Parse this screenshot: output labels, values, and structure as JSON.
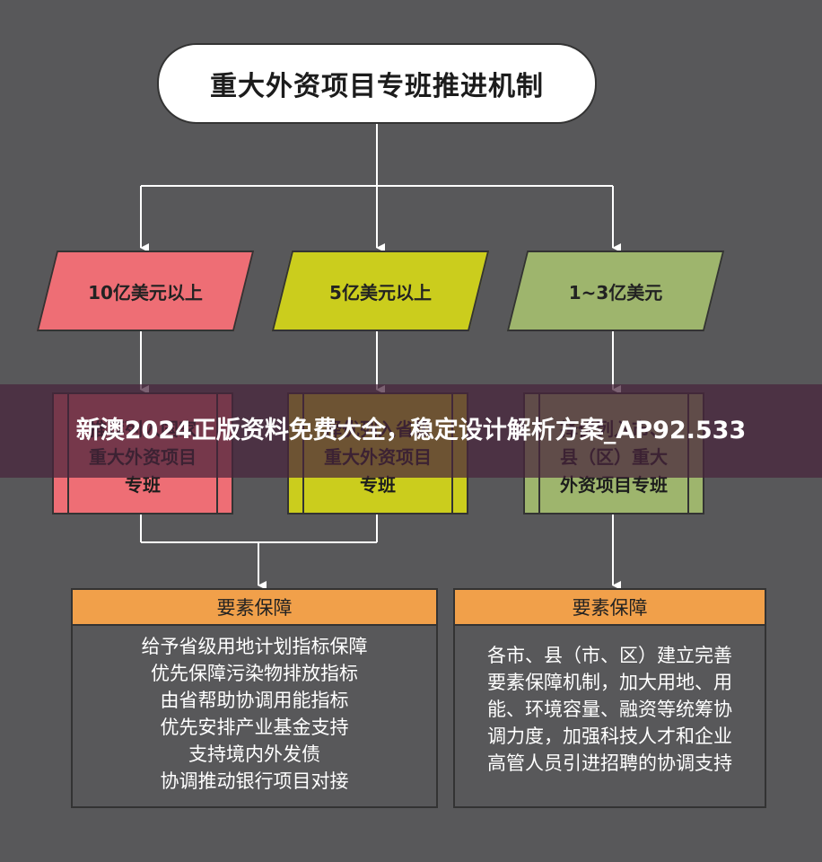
{
  "root": {
    "label": "重大外资项目专班推进机制"
  },
  "tiers": [
    {
      "label": "10亿美元以上",
      "color": "#ee6e75"
    },
    {
      "label": "5亿美元以上",
      "color": "#cbcd1d"
    },
    {
      "label": "1~3亿美元",
      "color": "#9eb56d"
    }
  ],
  "processes": [
    {
      "text": "推荐列入国家\n重大外资项目\n专班"
    },
    {
      "text": "择优列入省级\n重大外资项目\n专班"
    },
    {
      "text": "择优列入市、\n县（区）重大\n外资项目专班"
    }
  ],
  "panels": [
    {
      "title": "要素保障",
      "lines": [
        "给予省级用地计划指标保障",
        "优先保障污染物排放指标",
        "由省帮助协调用能指标",
        "优先安排产业基金支持",
        "支持境内外发债",
        "协调推动银行项目对接"
      ]
    },
    {
      "title": "要素保障",
      "lines": [
        "各市、县（市、区）建立完善",
        "要素保障机制，加大用地、用",
        "能、环境容量、融资等统筹协",
        "调力度，加强科技人才和企业",
        "高管人员引进招聘的协调支持"
      ]
    }
  ],
  "banner": {
    "text": "新澳2024正版资料免费大全，稳定设计解析方案_AP92.533"
  },
  "colors": {
    "background": "#58585a",
    "panel_header": "#f1a04a",
    "banner": "#48243c"
  }
}
